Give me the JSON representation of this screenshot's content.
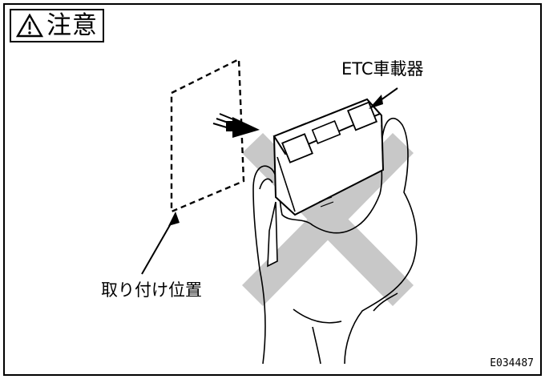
{
  "caution": {
    "title": "注意",
    "icon": "warning-triangle-icon"
  },
  "labels": {
    "device": "ETC車載器",
    "mount_position": "取り付け位置"
  },
  "figure_id": "E034487",
  "colors": {
    "cross": "#c8c8c8",
    "line": "#000000"
  }
}
